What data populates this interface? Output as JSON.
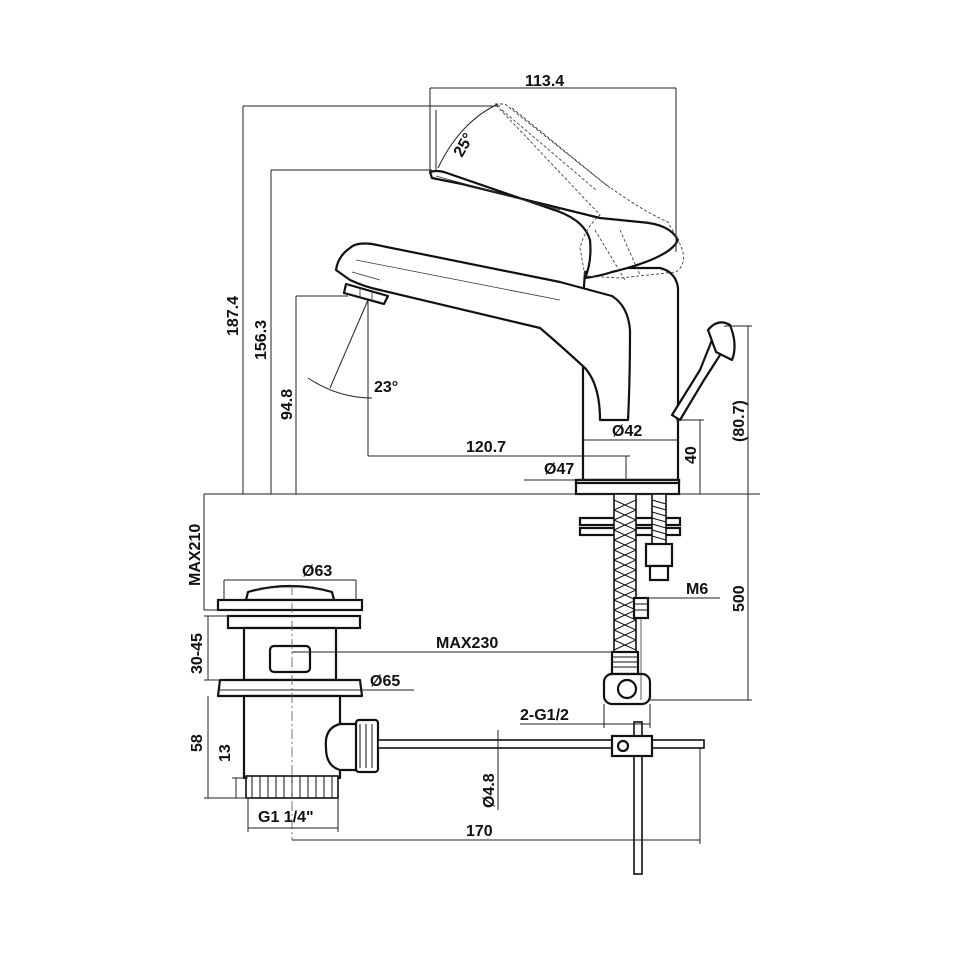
{
  "dimensions": {
    "width_top": "113.4",
    "lever_angle": "25°",
    "height_total": "187.4",
    "height_spout_top": "156.3",
    "height_outlet": "94.8",
    "spout_angle": "23°",
    "spout_reach": "120.7",
    "body_diameter": "Ø42",
    "base_diameter": "Ø47",
    "base_height": "40",
    "lever_height": "(80.7)",
    "max_deck": "MAX210",
    "drain_top_diameter": "Ø63",
    "drain_range": "30-45",
    "hose_length": "MAX230",
    "flange_diameter": "Ø65",
    "drain_height": "58",
    "thread_height": "13",
    "drain_thread": "G1 1/4\"",
    "rod_diameter": "Ø4.8",
    "rod_length": "170",
    "hose_thread": "2-G1/2",
    "stud_thread": "M6",
    "flex_length": "500"
  }
}
